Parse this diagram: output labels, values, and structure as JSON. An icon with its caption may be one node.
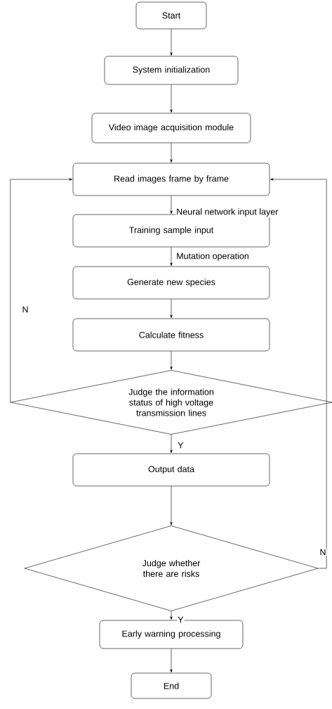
{
  "diagram": {
    "nodes": [
      {
        "text": [
          "Start"
        ]
      },
      {
        "text": [
          "System initialization"
        ]
      },
      {
        "text": [
          "Video image acquisition module"
        ]
      },
      {
        "text": [
          "Read images frame by frame"
        ]
      },
      {
        "text": [
          "Training sample input"
        ]
      },
      {
        "text": [
          "Generate new species"
        ]
      },
      {
        "text": [
          "Calculate fitness"
        ]
      },
      {
        "text": [
          "Judge the information status of high voltage transmission lines"
        ]
      },
      {
        "text": [
          "Output data"
        ]
      },
      {
        "text": [
          "Judge whether there are risks"
        ]
      },
      {
        "text": [
          "Early warning processing"
        ]
      },
      {
        "text": [
          "End"
        ]
      }
    ],
    "edges": [
      {
        "from": 0,
        "to": 1,
        "arrow": "to"
      },
      {
        "from": 1,
        "to": 2,
        "arrow": "to"
      },
      {
        "from": 2,
        "to": 3,
        "arrow": "to"
      },
      {
        "from": 3,
        "to": 4,
        "arrow": "to",
        "label": "Neural network input layer"
      },
      {
        "from": 4,
        "to": 5,
        "arrow": "to",
        "label": "Mutation operation"
      },
      {
        "from": 5,
        "to": 6,
        "arrow": "to"
      },
      {
        "from": 6,
        "to": 7,
        "arrow": "to"
      },
      {
        "from": 7,
        "to": 3,
        "arrow": "to",
        "label": "N"
      },
      {
        "from": 7,
        "to": 8,
        "arrow": "to",
        "label": "Y"
      },
      {
        "from": 8,
        "to": 9,
        "arrow": "to"
      },
      {
        "from": 9,
        "to": 10,
        "arrow": "to",
        "label": "Y"
      },
      {
        "from": 9,
        "to": 3,
        "arrow": "to",
        "label": "N"
      },
      {
        "from": 10,
        "to": 11,
        "arrow": "to"
      }
    ]
  }
}
